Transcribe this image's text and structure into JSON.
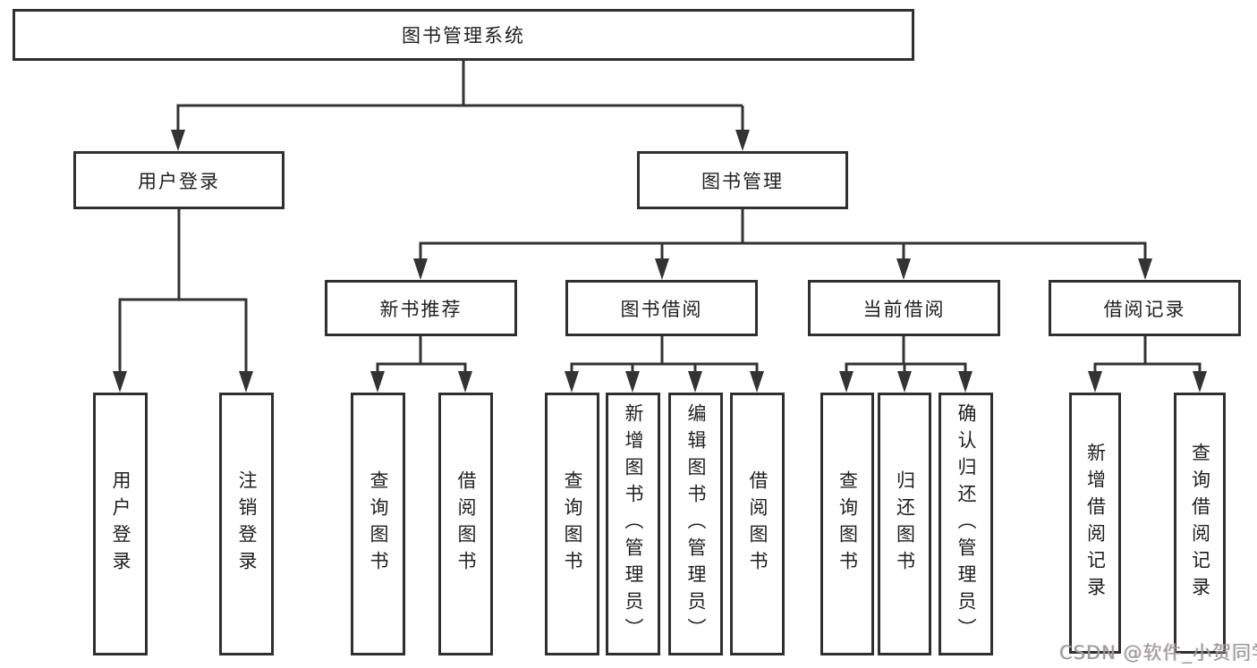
{
  "diagram": {
    "type": "hierarchy-flowchart",
    "colors": {
      "background": "#ffffff",
      "line": "#333333",
      "box_border": "#2f2f2f",
      "text": "#1f1f1f",
      "watermark": "#9a9a9a"
    },
    "tree": {
      "label": "图书管理系统",
      "children": [
        {
          "label": "用户登录",
          "children": [
            {
              "label": "用户登录"
            },
            {
              "label": "注销登录"
            }
          ]
        },
        {
          "label": "图书管理",
          "children": [
            {
              "label": "新书推荐",
              "children": [
                {
                  "label": "查询图书"
                },
                {
                  "label": "借阅图书"
                }
              ]
            },
            {
              "label": "图书借阅",
              "children": [
                {
                  "label": "查询图书"
                },
                {
                  "label": "新增图书（管理员）"
                },
                {
                  "label": "编辑图书（管理员）"
                },
                {
                  "label": "借阅图书"
                }
              ]
            },
            {
              "label": "当前借阅",
              "children": [
                {
                  "label": "查询图书"
                },
                {
                  "label": "归还图书"
                },
                {
                  "label": "确认归还（管理员）"
                }
              ]
            },
            {
              "label": "借阅记录",
              "children": [
                {
                  "label": "新增借阅记录"
                },
                {
                  "label": "查询借阅记录"
                }
              ]
            }
          ]
        }
      ]
    },
    "watermark": {
      "text": "CSDN @软件_小贺同学"
    }
  }
}
